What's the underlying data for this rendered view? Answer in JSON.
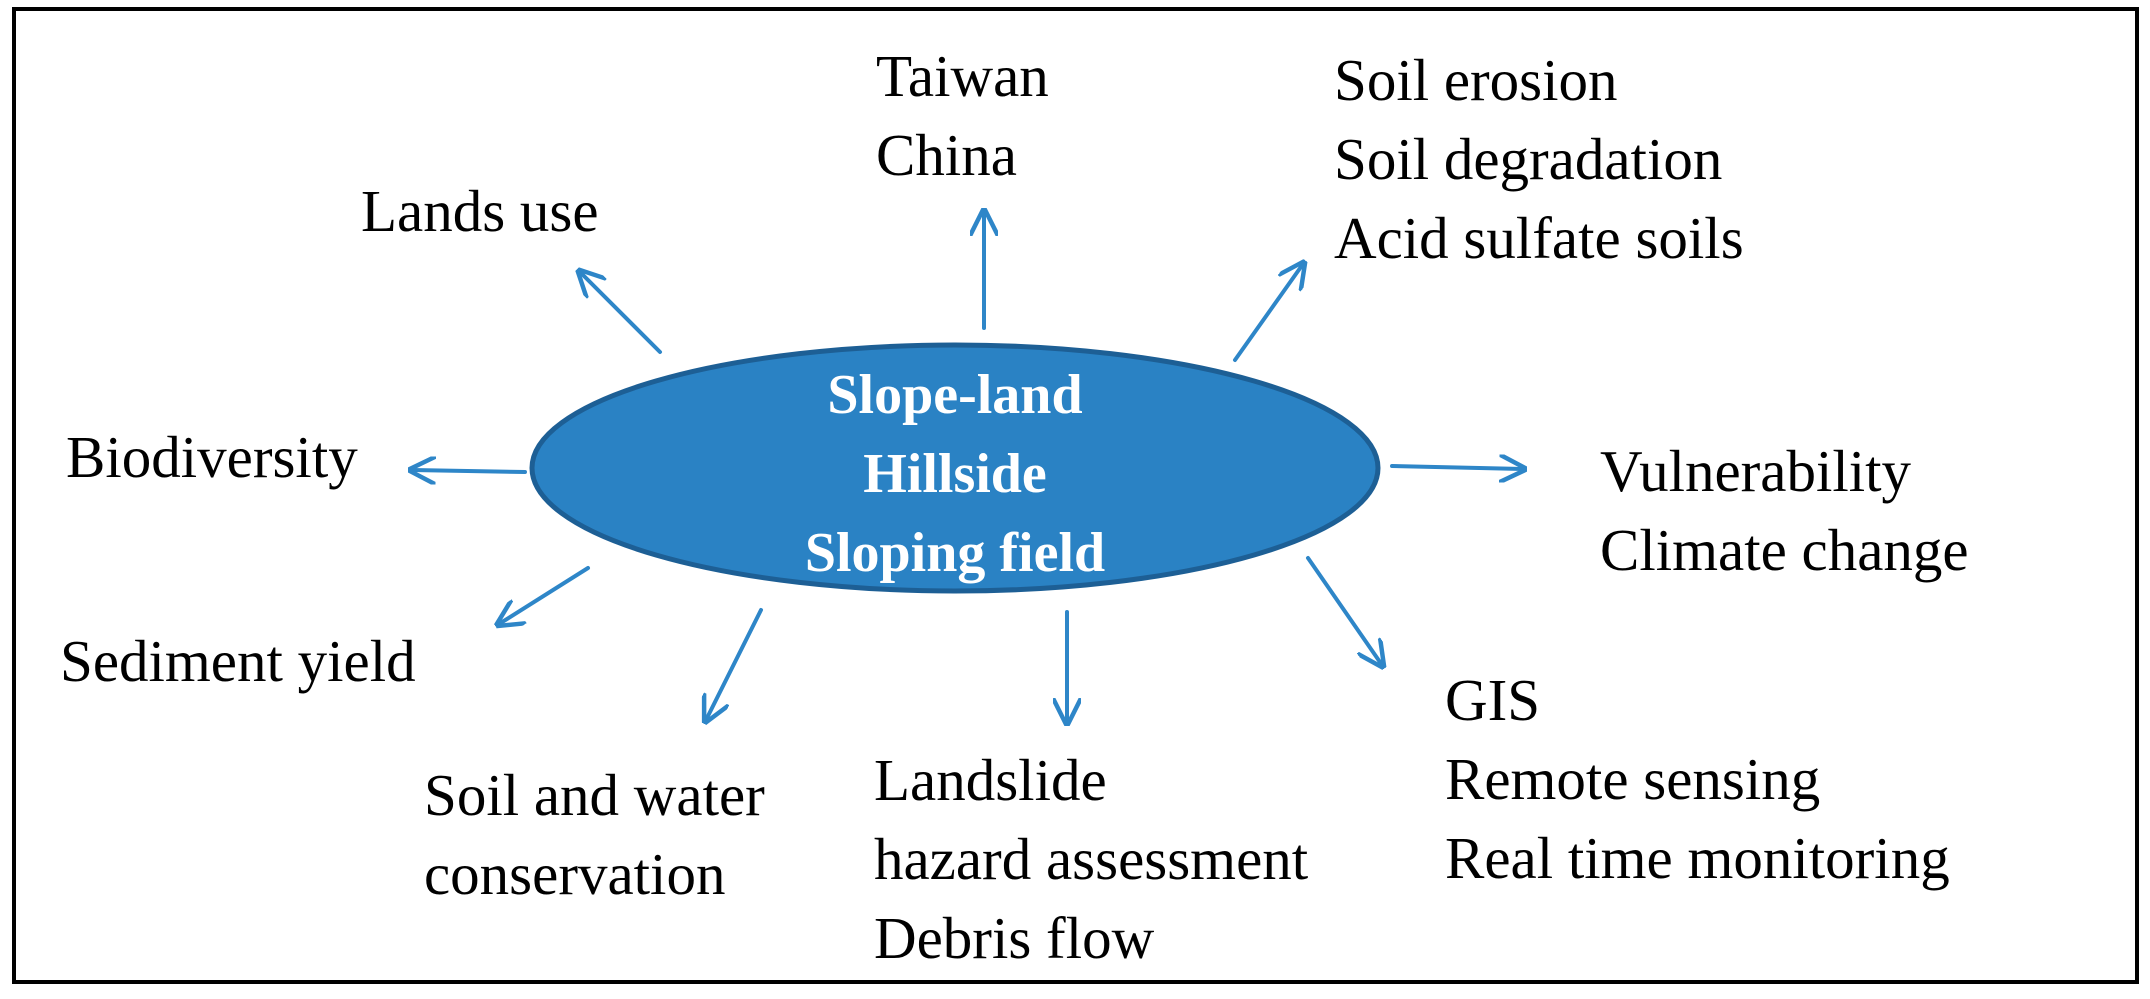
{
  "colors": {
    "accent": "#2e86c8",
    "ellipse_fill": "#2a82c4",
    "ellipse_stroke": "#1d5f95",
    "frame": "#000000",
    "text": "#000000",
    "center_text": "#ffffff"
  },
  "center": {
    "lines": [
      "Slope-land",
      "Hillside",
      "Sloping field"
    ]
  },
  "topics": [
    {
      "id": "lands-use",
      "lines": [
        "Lands use"
      ]
    },
    {
      "id": "region",
      "lines": [
        "Taiwan",
        "China"
      ]
    },
    {
      "id": "soil-issues",
      "lines": [
        "Soil erosion",
        "Soil degradation",
        "Acid sulfate soils"
      ]
    },
    {
      "id": "biodiversity",
      "lines": [
        "Biodiversity"
      ]
    },
    {
      "id": "vulnerability",
      "lines": [
        "Vulnerability",
        "Climate change"
      ]
    },
    {
      "id": "sediment-yield",
      "lines": [
        "Sediment yield"
      ]
    },
    {
      "id": "soil-water-conservation",
      "lines": [
        "Soil and water",
        "conservation"
      ]
    },
    {
      "id": "landslide",
      "lines": [
        "Landslide",
        "hazard assessment",
        "Debris flow"
      ]
    },
    {
      "id": "gis",
      "lines": [
        "GIS",
        "Remote sensing",
        "Real time monitoring"
      ]
    }
  ]
}
